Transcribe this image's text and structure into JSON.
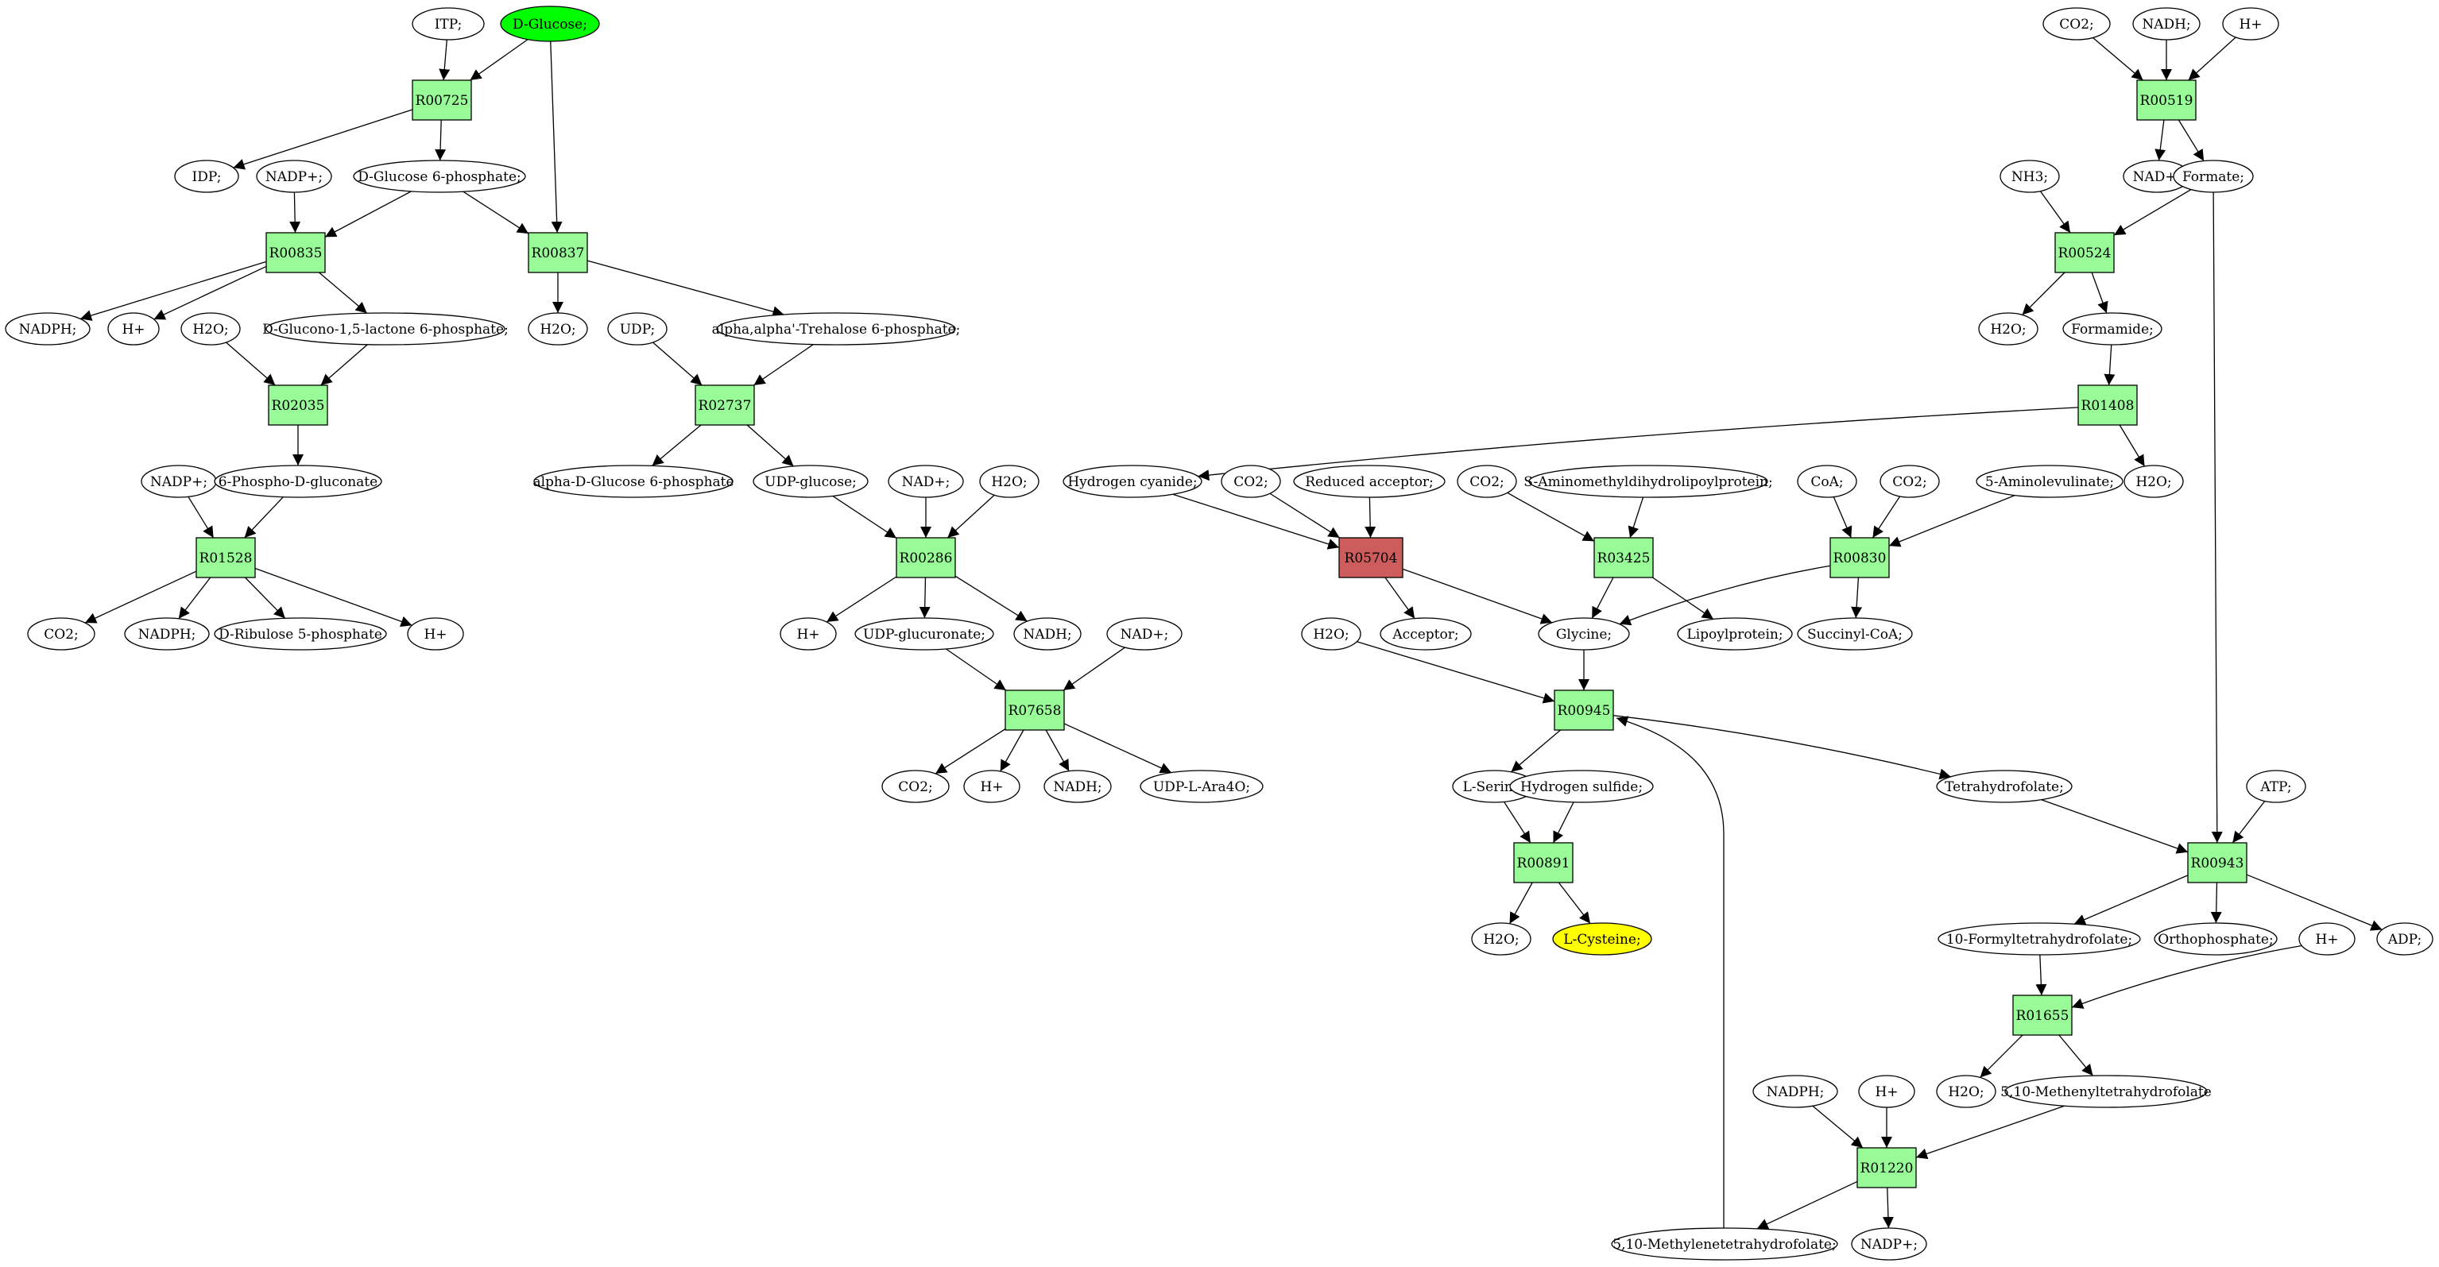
{
  "colors": {
    "reaction": "#98fb98",
    "reaction_highlight": "#cd5c5c",
    "source": "#00ff00",
    "target": "#ffff00",
    "compound": "#ffffff"
  },
  "nodes": [
    {
      "id": "itp",
      "label": "ITP;",
      "kind": "compound"
    },
    {
      "id": "dglucose",
      "label": "D-Glucose;",
      "kind": "source"
    },
    {
      "id": "r00725",
      "label": "R00725",
      "kind": "reaction"
    },
    {
      "id": "idp",
      "label": "IDP;",
      "kind": "compound"
    },
    {
      "id": "nadp1",
      "label": "NADP+;",
      "kind": "compound"
    },
    {
      "id": "dg6p",
      "label": "D-Glucose 6-phosphate;",
      "kind": "compound"
    },
    {
      "id": "r00835",
      "label": "R00835",
      "kind": "reaction"
    },
    {
      "id": "r00837",
      "label": "R00837",
      "kind": "reaction"
    },
    {
      "id": "nadph1",
      "label": "NADPH;",
      "kind": "compound"
    },
    {
      "id": "hplus1",
      "label": "H+",
      "kind": "compound"
    },
    {
      "id": "h2o1",
      "label": "H2O;",
      "kind": "compound"
    },
    {
      "id": "dglucono",
      "label": "D-Glucono-1,5-lactone 6-phosphate;",
      "kind": "compound"
    },
    {
      "id": "h2o2",
      "label": "H2O;",
      "kind": "compound"
    },
    {
      "id": "udp",
      "label": "UDP;",
      "kind": "compound"
    },
    {
      "id": "trehalose",
      "label": "alpha,alpha'-Trehalose 6-phosphate;",
      "kind": "compound"
    },
    {
      "id": "r02035",
      "label": "R02035",
      "kind": "reaction"
    },
    {
      "id": "r02737",
      "label": "R02737",
      "kind": "reaction"
    },
    {
      "id": "nadp2",
      "label": "NADP+;",
      "kind": "compound"
    },
    {
      "id": "phosphogluconate",
      "label": "6-Phospho-D-gluconate",
      "kind": "compound"
    },
    {
      "id": "adg6p",
      "label": "alpha-D-Glucose 6-phosphate",
      "kind": "compound"
    },
    {
      "id": "udpglucose",
      "label": "UDP-glucose;",
      "kind": "compound"
    },
    {
      "id": "nad1",
      "label": "NAD+;",
      "kind": "compound"
    },
    {
      "id": "h2o3",
      "label": "H2O;",
      "kind": "compound"
    },
    {
      "id": "r01528",
      "label": "R01528",
      "kind": "reaction"
    },
    {
      "id": "r00286",
      "label": "R00286",
      "kind": "reaction"
    },
    {
      "id": "co2_1",
      "label": "CO2;",
      "kind": "compound"
    },
    {
      "id": "nadph2",
      "label": "NADPH;",
      "kind": "compound"
    },
    {
      "id": "ribulose",
      "label": "D-Ribulose 5-phosphate",
      "kind": "compound"
    },
    {
      "id": "hplus2",
      "label": "H+",
      "kind": "compound"
    },
    {
      "id": "hplus3",
      "label": "H+",
      "kind": "compound"
    },
    {
      "id": "udpglucuronate",
      "label": "UDP-glucuronate;",
      "kind": "compound"
    },
    {
      "id": "nadh1",
      "label": "NADH;",
      "kind": "compound"
    },
    {
      "id": "nad2",
      "label": "NAD+;",
      "kind": "compound"
    },
    {
      "id": "r07658",
      "label": "R07658",
      "kind": "reaction"
    },
    {
      "id": "co2_2",
      "label": "CO2;",
      "kind": "compound"
    },
    {
      "id": "hplus4",
      "label": "H+",
      "kind": "compound"
    },
    {
      "id": "nadh2",
      "label": "NADH;",
      "kind": "compound"
    },
    {
      "id": "udpara",
      "label": "UDP-L-Ara4O;",
      "kind": "compound"
    },
    {
      "id": "co2_top",
      "label": "CO2;",
      "kind": "compound"
    },
    {
      "id": "nadh_top",
      "label": "NADH;",
      "kind": "compound"
    },
    {
      "id": "hplus_top",
      "label": "H+",
      "kind": "compound"
    },
    {
      "id": "r00519",
      "label": "R00519",
      "kind": "reaction"
    },
    {
      "id": "nh3",
      "label": "NH3;",
      "kind": "compound"
    },
    {
      "id": "nad3",
      "label": "NAD+;",
      "kind": "compound"
    },
    {
      "id": "formate",
      "label": "Formate;",
      "kind": "compound"
    },
    {
      "id": "r00524",
      "label": "R00524",
      "kind": "reaction"
    },
    {
      "id": "h2o4",
      "label": "H2O;",
      "kind": "compound"
    },
    {
      "id": "formamide",
      "label": "Formamide;",
      "kind": "compound"
    },
    {
      "id": "r01408",
      "label": "R01408",
      "kind": "reaction"
    },
    {
      "id": "h2o5",
      "label": "H2O;",
      "kind": "compound"
    },
    {
      "id": "hcn",
      "label": "Hydrogen cyanide;",
      "kind": "compound"
    },
    {
      "id": "co2_3",
      "label": "CO2;",
      "kind": "compound"
    },
    {
      "id": "redacc",
      "label": "Reduced acceptor;",
      "kind": "compound"
    },
    {
      "id": "co2_4",
      "label": "CO2;",
      "kind": "compound"
    },
    {
      "id": "samdl",
      "label": "S-Aminomethyldihydrolipoylprotein;",
      "kind": "compound"
    },
    {
      "id": "coa",
      "label": "CoA;",
      "kind": "compound"
    },
    {
      "id": "co2_5",
      "label": "CO2;",
      "kind": "compound"
    },
    {
      "id": "ala",
      "label": "5-Aminolevulinate;",
      "kind": "compound"
    },
    {
      "id": "r05704",
      "label": "R05704",
      "kind": "highlight"
    },
    {
      "id": "r03425",
      "label": "R03425",
      "kind": "reaction"
    },
    {
      "id": "r00830",
      "label": "R00830",
      "kind": "reaction"
    },
    {
      "id": "h2o6",
      "label": "H2O;",
      "kind": "compound"
    },
    {
      "id": "acceptor",
      "label": "Acceptor;",
      "kind": "compound"
    },
    {
      "id": "glycine",
      "label": "Glycine;",
      "kind": "compound"
    },
    {
      "id": "lipoyl",
      "label": "Lipoylprotein;",
      "kind": "compound"
    },
    {
      "id": "succoa",
      "label": "Succinyl-CoA;",
      "kind": "compound"
    },
    {
      "id": "r00945",
      "label": "R00945",
      "kind": "reaction"
    },
    {
      "id": "lserine",
      "label": "L-Serine;",
      "kind": "compound"
    },
    {
      "id": "h2s",
      "label": "Hydrogen sulfide;",
      "kind": "compound"
    },
    {
      "id": "thf",
      "label": "Tetrahydrofolate;",
      "kind": "compound"
    },
    {
      "id": "atp",
      "label": "ATP;",
      "kind": "compound"
    },
    {
      "id": "r00891",
      "label": "R00891",
      "kind": "reaction"
    },
    {
      "id": "r00943",
      "label": "R00943",
      "kind": "reaction"
    },
    {
      "id": "h2o7",
      "label": "H2O;",
      "kind": "compound"
    },
    {
      "id": "lcys",
      "label": "L-Cysteine;",
      "kind": "target"
    },
    {
      "id": "fthf",
      "label": "10-Formyltetrahydrofolate;",
      "kind": "compound"
    },
    {
      "id": "ortho",
      "label": "Orthophosphate;",
      "kind": "compound"
    },
    {
      "id": "hplus5",
      "label": "H+",
      "kind": "compound"
    },
    {
      "id": "adp",
      "label": "ADP;",
      "kind": "compound"
    },
    {
      "id": "r01655",
      "label": "R01655",
      "kind": "reaction"
    },
    {
      "id": "h2o8",
      "label": "H2O;",
      "kind": "compound"
    },
    {
      "id": "methenyl",
      "label": "5,10-Methenyltetrahydrofolate",
      "kind": "compound"
    },
    {
      "id": "nadph3",
      "label": "NADPH;",
      "kind": "compound"
    },
    {
      "id": "hplus6",
      "label": "H+",
      "kind": "compound"
    },
    {
      "id": "r01220",
      "label": "R01220",
      "kind": "reaction"
    },
    {
      "id": "methylene",
      "label": "5,10-Methylenetetrahydrofolate;",
      "kind": "compound"
    },
    {
      "id": "nadp3",
      "label": "NADP+;",
      "kind": "compound"
    }
  ],
  "edges": [
    [
      "itp",
      "r00725"
    ],
    [
      "dglucose",
      "r00725"
    ],
    [
      "dglucose",
      "r00837"
    ],
    [
      "r00725",
      "idp"
    ],
    [
      "r00725",
      "dg6p"
    ],
    [
      "nadp1",
      "r00835"
    ],
    [
      "dg6p",
      "r00835"
    ],
    [
      "dg6p",
      "r00837"
    ],
    [
      "r00835",
      "nadph1"
    ],
    [
      "r00835",
      "hplus1"
    ],
    [
      "r00835",
      "dglucono"
    ],
    [
      "r00837",
      "h2o2"
    ],
    [
      "r00837",
      "trehalose"
    ],
    [
      "h2o1",
      "r02035"
    ],
    [
      "dglucono",
      "r02035"
    ],
    [
      "r02035",
      "phosphogluconate"
    ],
    [
      "udp",
      "r02737"
    ],
    [
      "trehalose",
      "r02737"
    ],
    [
      "r02737",
      "adg6p"
    ],
    [
      "r02737",
      "udpglucose"
    ],
    [
      "nadp2",
      "r01528"
    ],
    [
      "phosphogluconate",
      "r01528"
    ],
    [
      "r01528",
      "co2_1"
    ],
    [
      "r01528",
      "nadph2"
    ],
    [
      "r01528",
      "ribulose"
    ],
    [
      "r01528",
      "hplus2"
    ],
    [
      "udpglucose",
      "r00286"
    ],
    [
      "nad1",
      "r00286"
    ],
    [
      "h2o3",
      "r00286"
    ],
    [
      "r00286",
      "hplus3"
    ],
    [
      "r00286",
      "udpglucuronate"
    ],
    [
      "r00286",
      "nadh1"
    ],
    [
      "udpglucuronate",
      "r07658"
    ],
    [
      "nad2",
      "r07658"
    ],
    [
      "r07658",
      "co2_2"
    ],
    [
      "r07658",
      "hplus4"
    ],
    [
      "r07658",
      "nadh2"
    ],
    [
      "r07658",
      "udpara"
    ],
    [
      "co2_top",
      "r00519"
    ],
    [
      "nadh_top",
      "r00519"
    ],
    [
      "hplus_top",
      "r00519"
    ],
    [
      "r00519",
      "nad3"
    ],
    [
      "r00519",
      "formate"
    ],
    [
      "nh3",
      "r00524"
    ],
    [
      "formate",
      "r00524"
    ],
    [
      "formate",
      "r00943"
    ],
    [
      "r00524",
      "h2o4"
    ],
    [
      "r00524",
      "formamide"
    ],
    [
      "formamide",
      "r01408"
    ],
    [
      "r01408",
      "hcn"
    ],
    [
      "r01408",
      "h2o5"
    ],
    [
      "hcn",
      "r05704"
    ],
    [
      "co2_3",
      "r05704"
    ],
    [
      "redacc",
      "r05704"
    ],
    [
      "r05704",
      "acceptor"
    ],
    [
      "r05704",
      "glycine"
    ],
    [
      "co2_4",
      "r03425"
    ],
    [
      "samdl",
      "r03425"
    ],
    [
      "r03425",
      "glycine"
    ],
    [
      "r03425",
      "lipoyl"
    ],
    [
      "coa",
      "r00830"
    ],
    [
      "co2_5",
      "r00830"
    ],
    [
      "ala",
      "r00830"
    ],
    [
      "r00830",
      "glycine"
    ],
    [
      "r00830",
      "succoa"
    ],
    [
      "h2o6",
      "r00945"
    ],
    [
      "glycine",
      "r00945"
    ],
    [
      "methylene",
      "r00945"
    ],
    [
      "r00945",
      "lserine"
    ],
    [
      "r00945",
      "thf"
    ],
    [
      "lserine",
      "r00891"
    ],
    [
      "h2s",
      "r00891"
    ],
    [
      "r00891",
      "h2o7"
    ],
    [
      "r00891",
      "lcys"
    ],
    [
      "thf",
      "r00943"
    ],
    [
      "atp",
      "r00943"
    ],
    [
      "r00943",
      "fthf"
    ],
    [
      "r00943",
      "ortho"
    ],
    [
      "r00943",
      "adp"
    ],
    [
      "fthf",
      "r01655"
    ],
    [
      "hplus5",
      "r01655"
    ],
    [
      "r01655",
      "h2o8"
    ],
    [
      "r01655",
      "methenyl"
    ],
    [
      "nadph3",
      "r01220"
    ],
    [
      "hplus6",
      "r01220"
    ],
    [
      "methenyl",
      "r01220"
    ],
    [
      "r01220",
      "methylene"
    ],
    [
      "r01220",
      "nadp3"
    ]
  ]
}
